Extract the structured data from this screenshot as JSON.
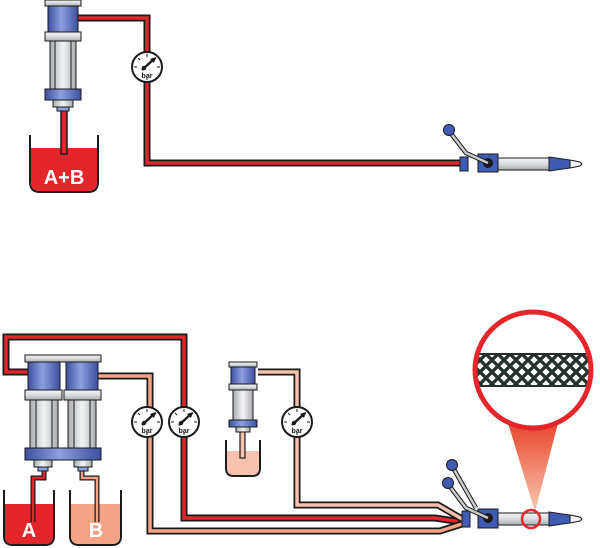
{
  "title": "Single-component vs. plural-component spray system diagram",
  "colors": {
    "red_fluid": "#e4262b",
    "salmon_fluid": "#f4a384",
    "pink_fluid": "#f6c2ad",
    "outline": "#1a1a1a",
    "pump_blue": "#4a5fb0",
    "steel": "#d8dadc",
    "accent_red": "#e4262b"
  },
  "top_system": {
    "container_label": "A+B",
    "gauge_label": "bar"
  },
  "bottom_system": {
    "container_a_label": "A",
    "container_b_label": "B",
    "gauge_labels": [
      "bar",
      "bar",
      "bar"
    ],
    "magnifier_subject": "mixed-spray-pattern"
  }
}
